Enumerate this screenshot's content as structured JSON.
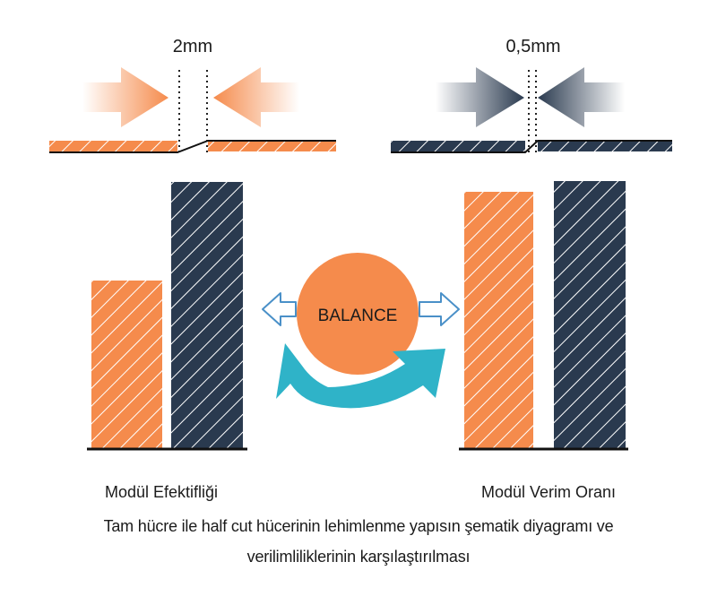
{
  "labels": {
    "left_gap": "2mm",
    "right_gap": "0,5mm",
    "center": "BALANCE",
    "left_metric": "Modül Efektifliği",
    "right_metric": "Modül Verim Oranı"
  },
  "caption": {
    "line1": "Tam hücre ile half cut hücerinin lehimlenme yapısın şematik diyagramı ve",
    "line2": "verilimlilikler­inin karşılaştırılması"
  },
  "colors": {
    "orange": "#F58B4C",
    "navy": "#2A3A4F",
    "teal": "#2FB3C8",
    "arrow_outline": "#4A90C8",
    "text": "#1b1b1b"
  },
  "icons": {
    "balance_arrows": "horizontal-double-arrow-outline",
    "cycle_arrow": "curved-cycle-arrow",
    "compression_arrows": "inward-pressure-arrows"
  }
}
